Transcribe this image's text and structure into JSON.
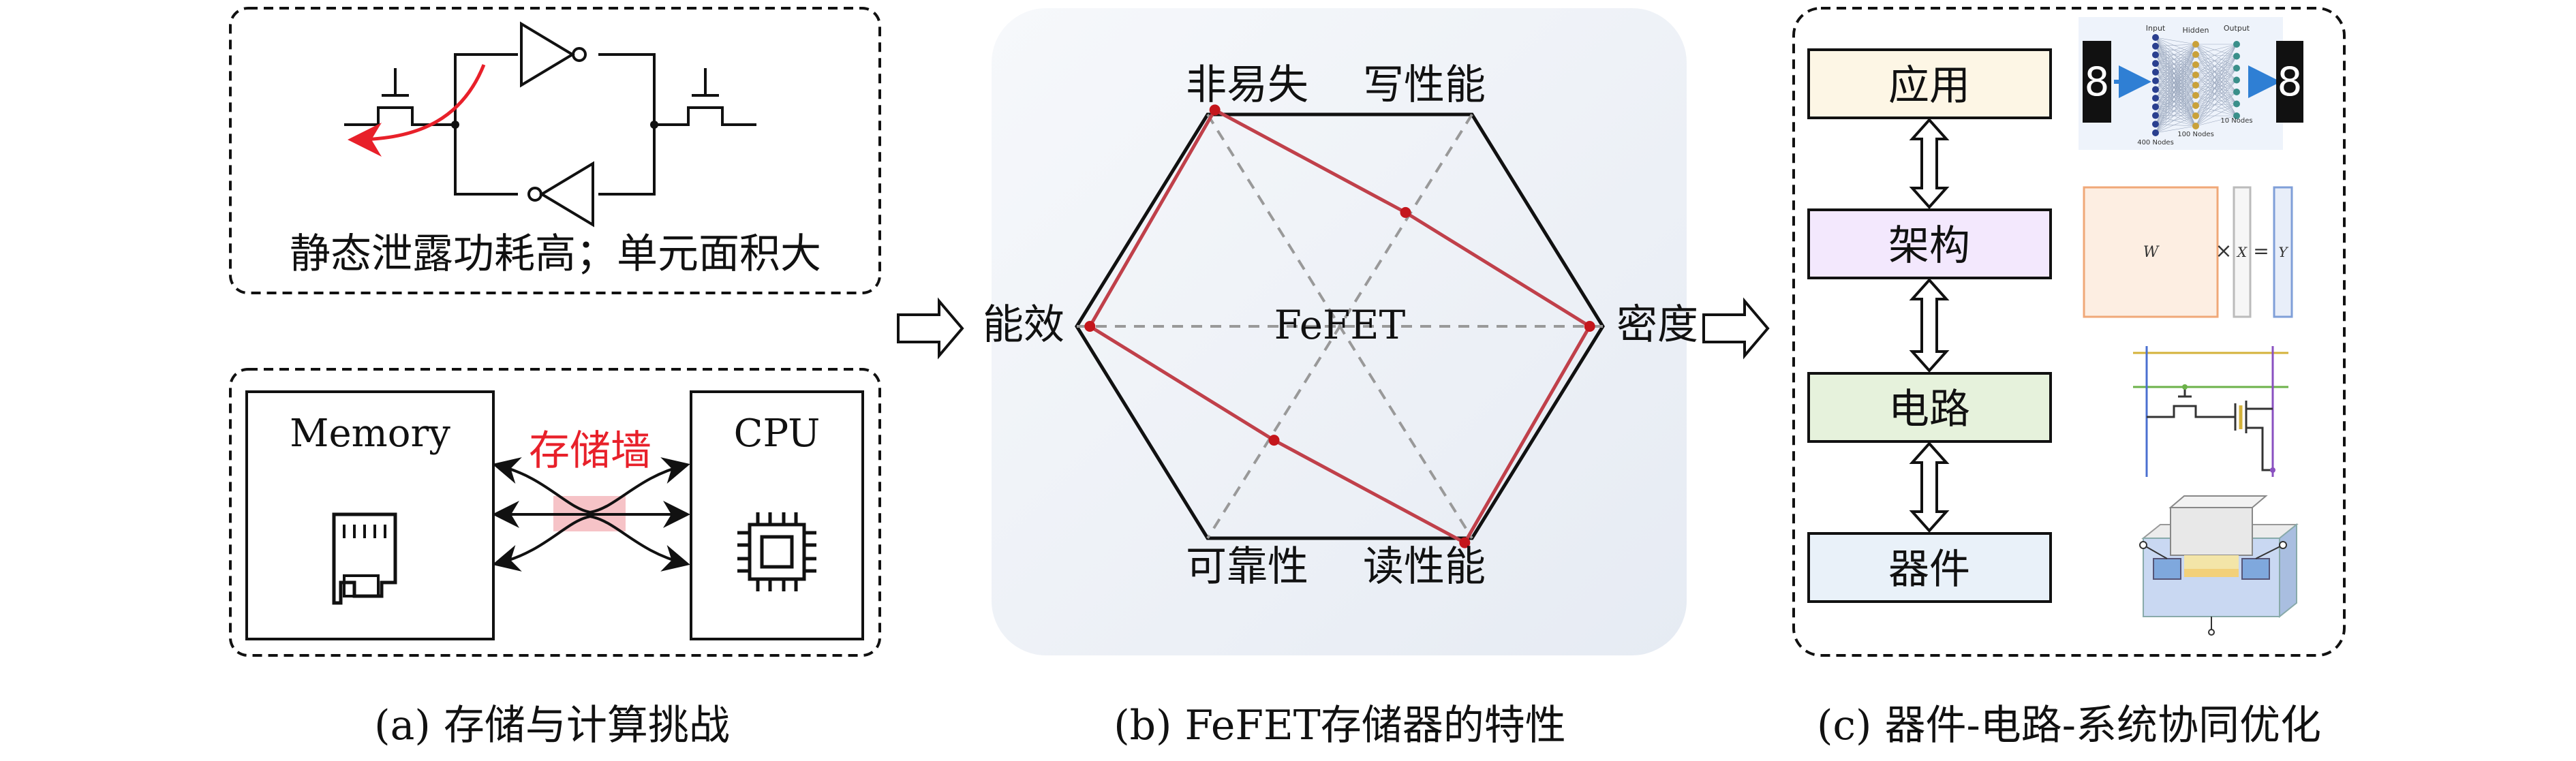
{
  "panel_a": {
    "top_caption": "静态泄露功耗高；单元面积大",
    "memory_label": "Memory",
    "cpu_label": "CPU",
    "wall_label": "存储墙",
    "caption": "(a) 存储与计算挑战"
  },
  "panel_b": {
    "center_label": "FeFET",
    "axes": [
      "非易失",
      "写性能",
      "密度",
      "读性能",
      "可靠性",
      "能效"
    ],
    "chart_data": {
      "type": "radar",
      "categories": [
        "非易失",
        "写性能",
        "密度",
        "读性能",
        "可靠性",
        "能效"
      ],
      "values": [
        0.95,
        0.5,
        0.95,
        0.95,
        0.5,
        0.95
      ],
      "range": [
        0,
        1
      ],
      "grid": true
    },
    "caption": "(b) FeFET存储器的特性"
  },
  "panel_c": {
    "layers": [
      {
        "label": "应用",
        "fill": "#fdf6e5"
      },
      {
        "label": "架构",
        "fill": "#f3e8fd"
      },
      {
        "label": "电路",
        "fill": "#e6f2dc"
      },
      {
        "label": "器件",
        "fill": "#e9f1f9"
      }
    ],
    "nn_labels": {
      "input": "Input",
      "hidden": "Hidden",
      "output": "Output",
      "input_nodes": "400 Nodes",
      "hidden_nodes": "100 Nodes",
      "output_nodes": "10 Nodes",
      "digit": "8"
    },
    "matrix_labels": {
      "w": "W",
      "times": "×",
      "x": "X",
      "eq": "=",
      "y": "Y"
    },
    "caption": "(c) 器件-电路-系统协同优化"
  },
  "colors": {
    "red": "#e8202a",
    "radar_line": "#c0404a",
    "radar_dot": "#c4161c",
    "wall_fill": "#f4b9bd",
    "panel_b_bg": "#eef2f8"
  }
}
